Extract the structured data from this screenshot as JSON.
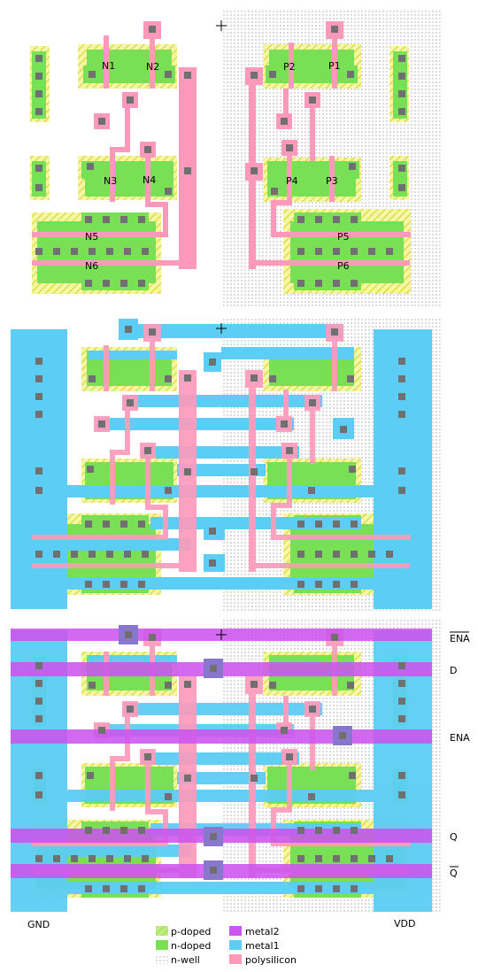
{
  "transistors": {
    "n1": "N1",
    "n2": "N2",
    "n3": "N3",
    "n4": "N4",
    "n5": "N5",
    "n6": "N6",
    "p1": "P1",
    "p2": "P2",
    "p3": "P3",
    "p4": "P4",
    "p5": "P5",
    "p6": "P6"
  },
  "signals": {
    "ena_bar": "ENA",
    "d": "D",
    "ena": "ENA",
    "q": "Q",
    "q_bar": "Q"
  },
  "rails": {
    "gnd": "GND",
    "vdd": "VDD",
    "vdd_color": "#ff0000"
  },
  "legend": {
    "p_doped": "p-doped",
    "n_doped": "n-doped",
    "n_well": "n-well",
    "metal2": "metal2",
    "metal1": "metal1",
    "polysilicon": "polysilicon"
  },
  "colors": {
    "diffusion": "#77e055",
    "p_hatch": "#eeee66",
    "metal1": "#5ccdf5",
    "metal2": "#cc55ee",
    "polysilicon": "#ff99bb",
    "contact": "#707070",
    "via": "#9988cc",
    "nwell_dot": "#555555"
  }
}
